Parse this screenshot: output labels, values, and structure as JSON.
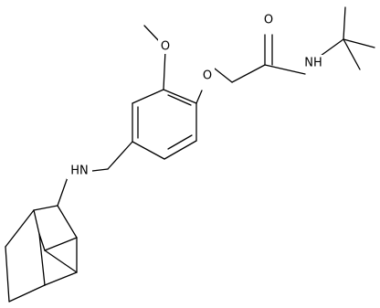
{
  "structure": {
    "atom_labels": {
      "methoxy_o": "O",
      "ether_o": "O",
      "carbonyl_o": "O",
      "amide_nh": "NH",
      "amine_nh": "HN"
    },
    "colors": {
      "bond": "#000000",
      "label": "#000000",
      "background": "#ffffff"
    }
  }
}
